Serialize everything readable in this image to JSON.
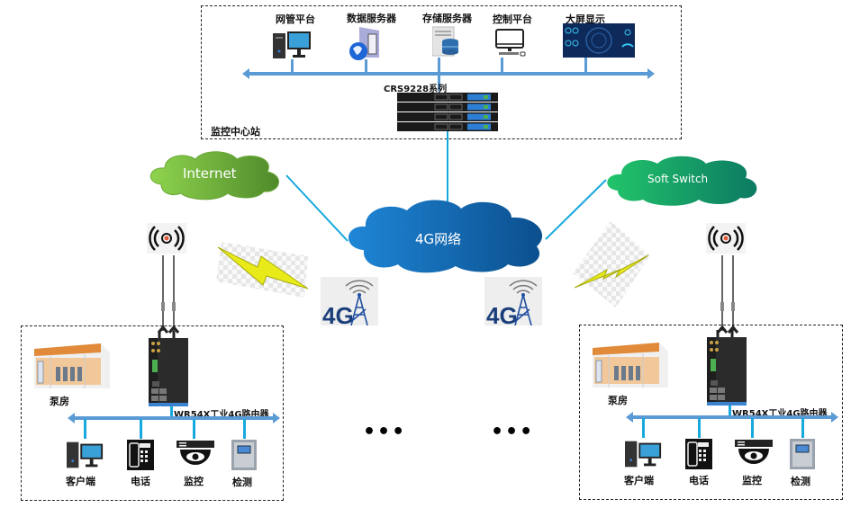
{
  "center_station": {
    "label": "监控中心站",
    "devices": [
      {
        "label": "网管平台",
        "icon": "desktop-computer-icon"
      },
      {
        "label": "数据服务器",
        "icon": "data-server-icon"
      },
      {
        "label": "存储服务器",
        "icon": "storage-server-icon"
      },
      {
        "label": "控制平台",
        "icon": "monitor-keyboard-icon"
      },
      {
        "label": "大屏显示",
        "icon": "dashboard-screen-icon"
      }
    ],
    "switch_label": "CRS9228系列"
  },
  "clouds": {
    "internet": "Internet",
    "network": "4G网络",
    "soft_switch": "Soft Switch"
  },
  "badges": {
    "tower": "4G"
  },
  "sites": [
    {
      "name": "left",
      "pump_label": "泵房",
      "router_label": "WR54X工业4G路由器",
      "endpoints": [
        {
          "label": "客户端",
          "icon": "client-pc-icon"
        },
        {
          "label": "电话",
          "icon": "phone-icon"
        },
        {
          "label": "监控",
          "icon": "camera-icon"
        },
        {
          "label": "检测",
          "icon": "detector-icon"
        }
      ]
    },
    {
      "name": "right",
      "pump_label": "泵房",
      "router_label": "WR54X工业4G路由器",
      "endpoints": [
        {
          "label": "客户端",
          "icon": "client-pc-icon"
        },
        {
          "label": "电话",
          "icon": "phone-icon"
        },
        {
          "label": "监控",
          "icon": "camera-icon"
        },
        {
          "label": "检测",
          "icon": "detector-icon"
        }
      ]
    }
  ],
  "ellipsis": "•••",
  "colors": {
    "bus": "#5b9bd5",
    "link": "#17a8dd",
    "bolt": "#e8ea1a",
    "network_cloud": "#0a6bbf"
  }
}
